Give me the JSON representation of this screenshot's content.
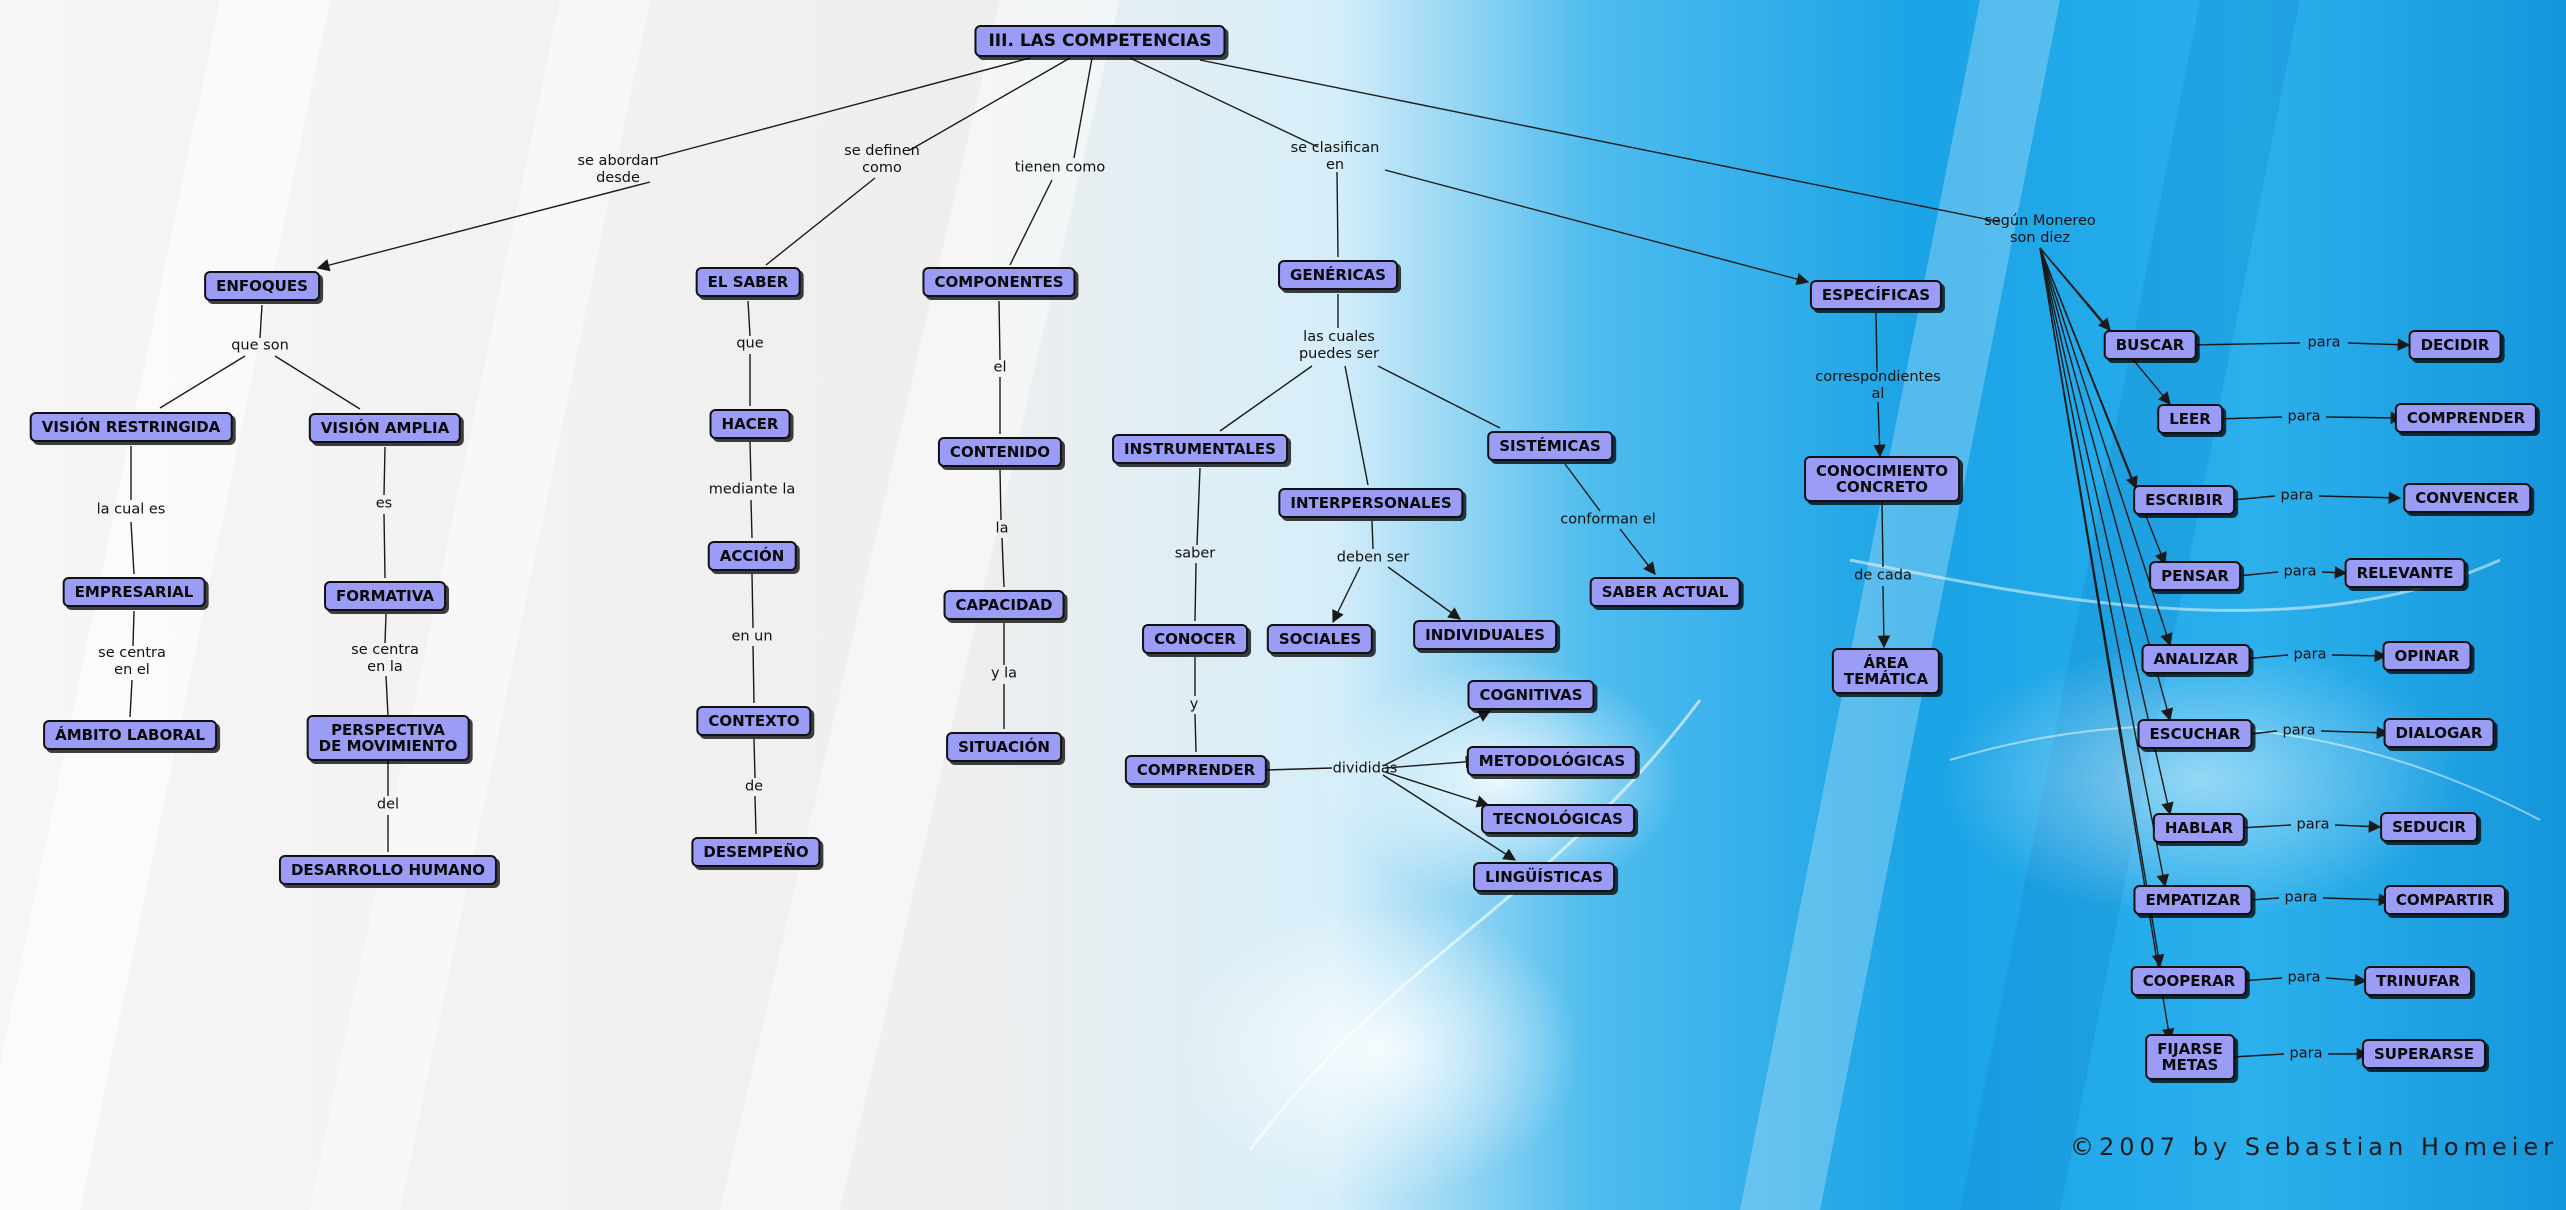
{
  "colors": {
    "node_fill": "#9a9cf6",
    "node_border": "#111111",
    "line": "#1a1a1a",
    "bg_light": "#f4f4f4",
    "bg_blue": "#1aa3e6"
  },
  "root": "III. LAS COMPETENCIAS",
  "nodes": {
    "enfoques": "ENFOQUES",
    "vision_restringida": "VISIÓN RESTRINGIDA",
    "vision_amplia": "VISIÓN AMPLIA",
    "empresarial": "EMPRESARIAL",
    "formativa": "FORMATIVA",
    "ambito_laboral": "ÁMBITO LABORAL",
    "perspectiva": "PERSPECTIVA\nDE MOVIMIENTO",
    "desarrollo_humano": "DESARROLLO HUMANO",
    "el_saber": "EL SABER",
    "hacer": "HACER",
    "accion": "ACCIÓN",
    "contexto": "CONTEXTO",
    "desempeno": "DESEMPEÑO",
    "componentes": "COMPONENTES",
    "contenido": "CONTENIDO",
    "capacidad": "CAPACIDAD",
    "situacion": "SITUACIÓN",
    "genericas": "GENÉRICAS",
    "instrumentales": "INSTRUMENTALES",
    "interpersonales": "INTERPERSONALES",
    "sistemicas": "SISTÉMICAS",
    "conocer": "CONOCER",
    "comprender": "COMPRENDER",
    "sociales": "SOCIALES",
    "individuales": "INDIVIDUALES",
    "saber_actual": "SABER ACTUAL",
    "cognitivas": "COGNITIVAS",
    "metodologicas": "METODOLÓGICAS",
    "tecnologicas": "TECNOLÓGICAS",
    "linguisticas": "LINGÜÍSTICAS",
    "especificas": "ESPECÍFICAS",
    "conocimiento_concreto": "CONOCIMIENTO\nCONCRETO",
    "area_tematica": "ÁREA\nTEMÁTICA",
    "buscar": "BUSCAR",
    "decidir": "DECIDIR",
    "leer": "LEER",
    "comprender2": "COMPRENDER",
    "escribir": "ESCRIBIR",
    "convencer": "CONVENCER",
    "pensar": "PENSAR",
    "relevante": "RELEVANTE",
    "analizar": "ANALIZAR",
    "opinar": "OPINAR",
    "escuchar": "ESCUCHAR",
    "dialogar": "DIALOGAR",
    "hablar": "HABLAR",
    "seducir": "SEDUCIR",
    "empatizar": "EMPATIZAR",
    "compartir": "COMPARTIR",
    "cooperar": "COOPERAR",
    "trinufar": "TRINUFAR",
    "fijarse_metas": "FIJARSE\nMETAS",
    "superarse": "SUPERARSE"
  },
  "labels": {
    "se_abordan": "se abordan\ndesde",
    "se_definen": "se definen\ncomo",
    "tienen_como": "tienen como",
    "se_clasifican": "se clasifican\nen",
    "segun_monereo": "según Monereo\nson diez",
    "que_son": "que son",
    "la_cual_es": "la cual es",
    "es": "es",
    "se_centra_1": "se centra\nen el",
    "se_centra_2": "se centra\nen la",
    "del": "del",
    "que": "que",
    "mediante": "mediante la",
    "en_un": "en un",
    "de": "de",
    "el": "el",
    "la": "la",
    "y_la": "y la",
    "las_cuales": "las cuales\npuedes ser",
    "saber": "saber",
    "y": "y",
    "deben_ser": "deben ser",
    "conforman": "conforman el",
    "divididas": "divididas",
    "correspondientes": "correspondientes\nal",
    "de_cada": "de cada",
    "para": "para"
  },
  "copyright": "©2007 by Sebastian Homeier"
}
